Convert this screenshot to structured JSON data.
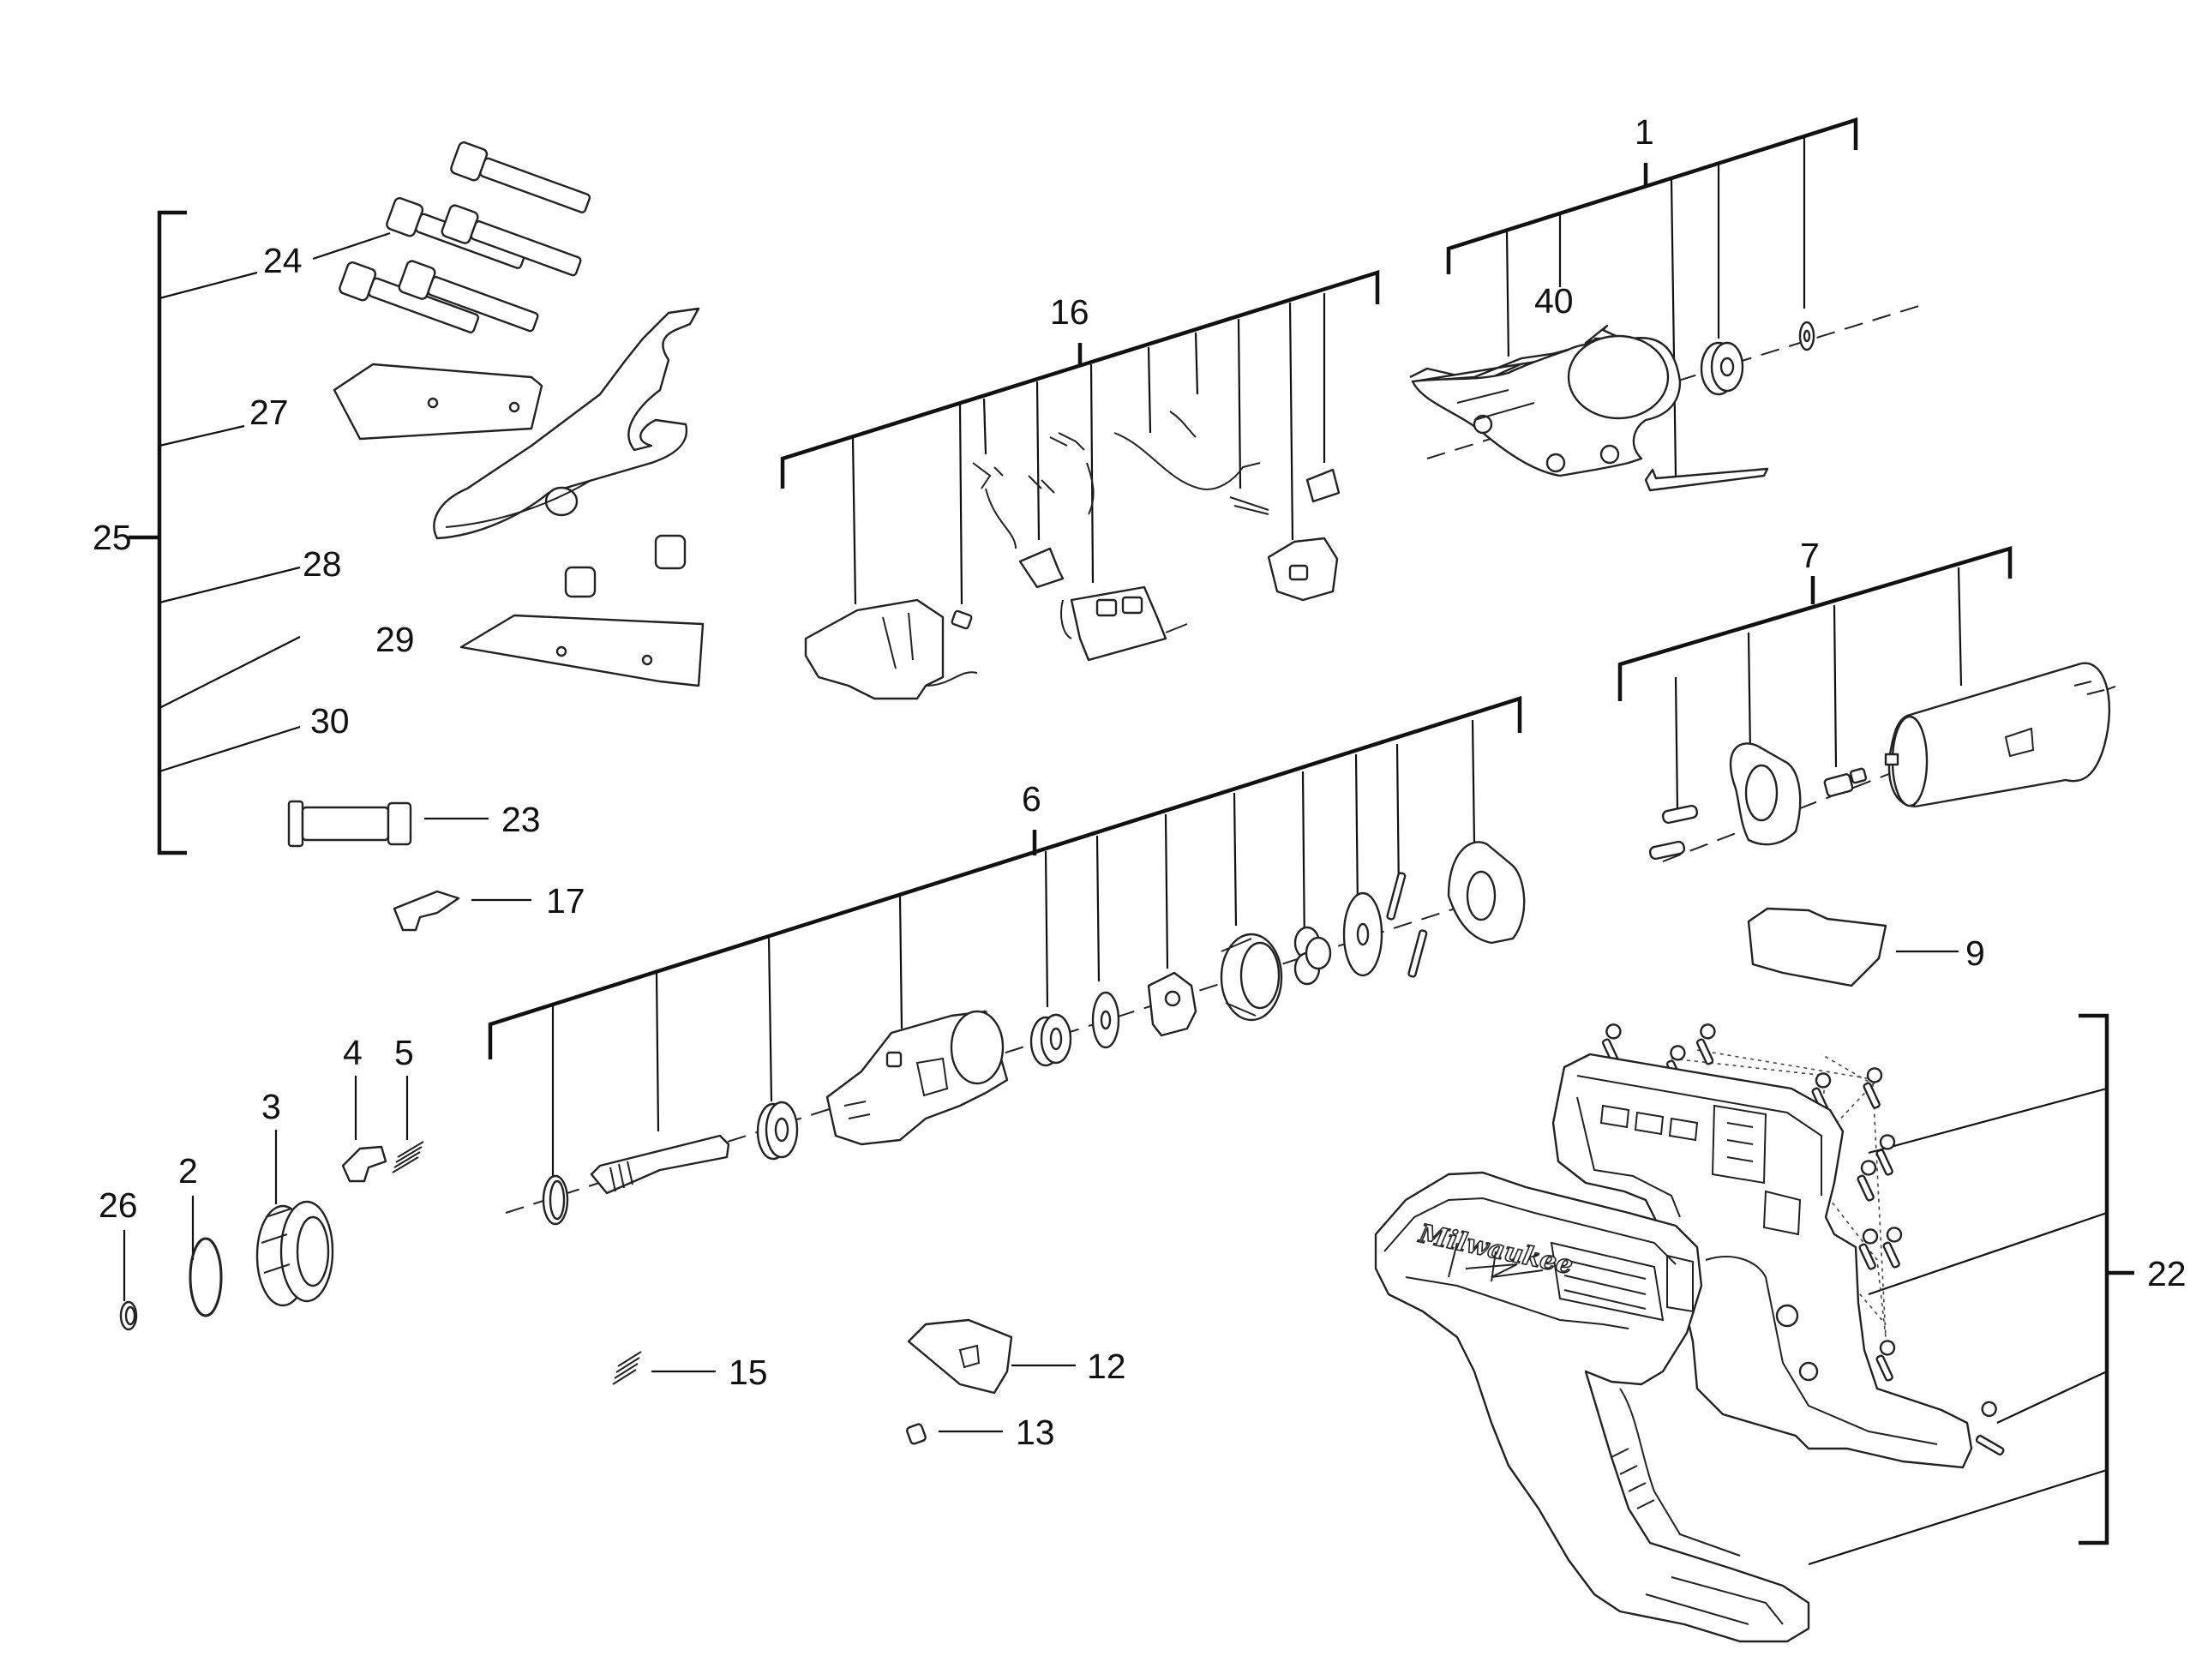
{
  "callouts": {
    "c1": "1",
    "c2": "2",
    "c3": "3",
    "c4": "4",
    "c5": "5",
    "c6": "6",
    "c7": "7",
    "c9": "9",
    "c12": "12",
    "c13": "13",
    "c15": "15",
    "c16": "16",
    "c17": "17",
    "c22": "22",
    "c23": "23",
    "c24": "24",
    "c25": "25",
    "c26": "26",
    "c27": "27",
    "c28": "28",
    "c29": "29",
    "c30": "30",
    "c40": "40"
  },
  "brand_logo": "Milwaukee"
}
